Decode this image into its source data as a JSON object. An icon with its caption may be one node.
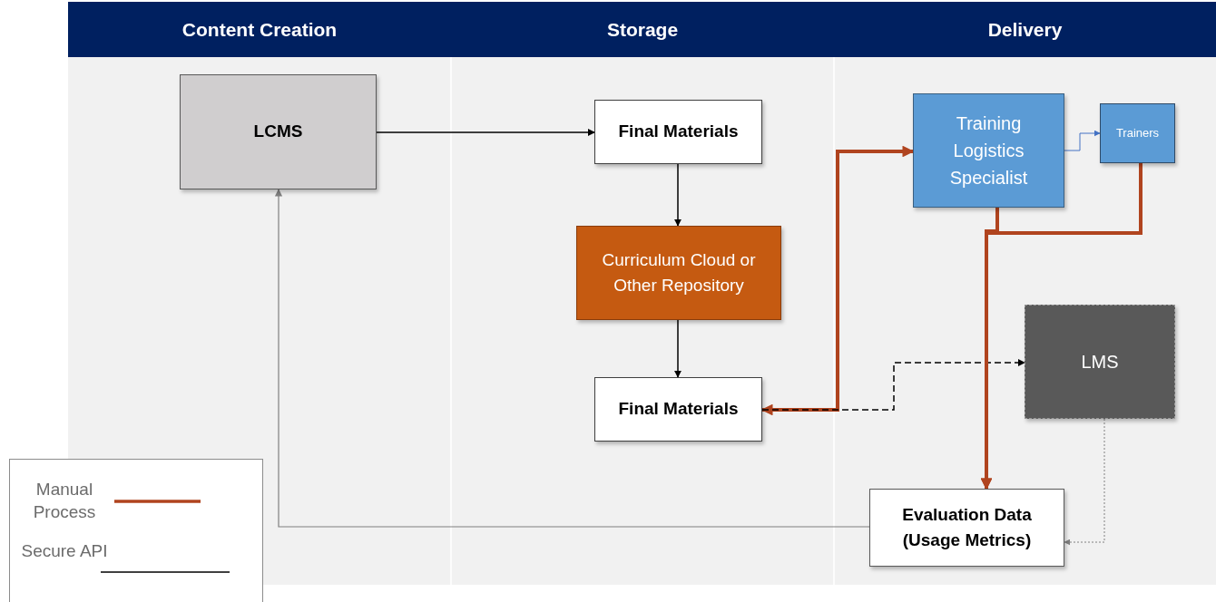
{
  "diagram": {
    "nodes": [
      {
        "text": [
          "Content Creation"
        ]
      },
      {
        "text": [
          "Storage"
        ]
      },
      {
        "text": [
          "Delivery"
        ]
      },
      {
        "text": [
          "LCMS"
        ]
      },
      {
        "text": [
          "Final Materials"
        ]
      },
      {
        "text": [
          "Curriculum Cloud or Other Repository"
        ]
      },
      {
        "text": [
          "Final Materials"
        ]
      },
      {
        "text": [
          "Training Logistics Specialist"
        ]
      },
      {
        "text": [
          "Trainers"
        ]
      },
      {
        "text": [
          "LMS"
        ]
      },
      {
        "text": [
          "Evaluation Data (Usage Metrics)"
        ]
      }
    ],
    "edges": [
      {
        "from": 3,
        "to": 4,
        "arrow": "to"
      },
      {
        "from": 4,
        "to": 5,
        "arrow": "to"
      },
      {
        "from": 5,
        "to": 6,
        "arrow": "to"
      },
      {
        "from": 6,
        "to": 7,
        "arrow": "both",
        "style": "thick",
        "color": "#b0441f"
      },
      {
        "from": 6,
        "to": 9,
        "arrow": "to",
        "style": "dashed"
      },
      {
        "from": 7,
        "to": 10,
        "arrow": "to",
        "style": "thick",
        "color": "#b0441f"
      },
      {
        "from": 8,
        "to": 10,
        "arrow": "to",
        "style": "thick",
        "color": "#b0441f"
      },
      {
        "from": 7,
        "to": 8,
        "arrow": "to",
        "color": "#4472c4"
      },
      {
        "from": 9,
        "to": 10,
        "arrow": "to",
        "style": "dashed",
        "color": "#808080"
      },
      {
        "from": 10,
        "to": 3,
        "arrow": "to",
        "color": "#808080"
      }
    ],
    "legend": [
      {
        "text": "Manual Process"
      },
      {
        "text": "Secure API"
      }
    ]
  }
}
